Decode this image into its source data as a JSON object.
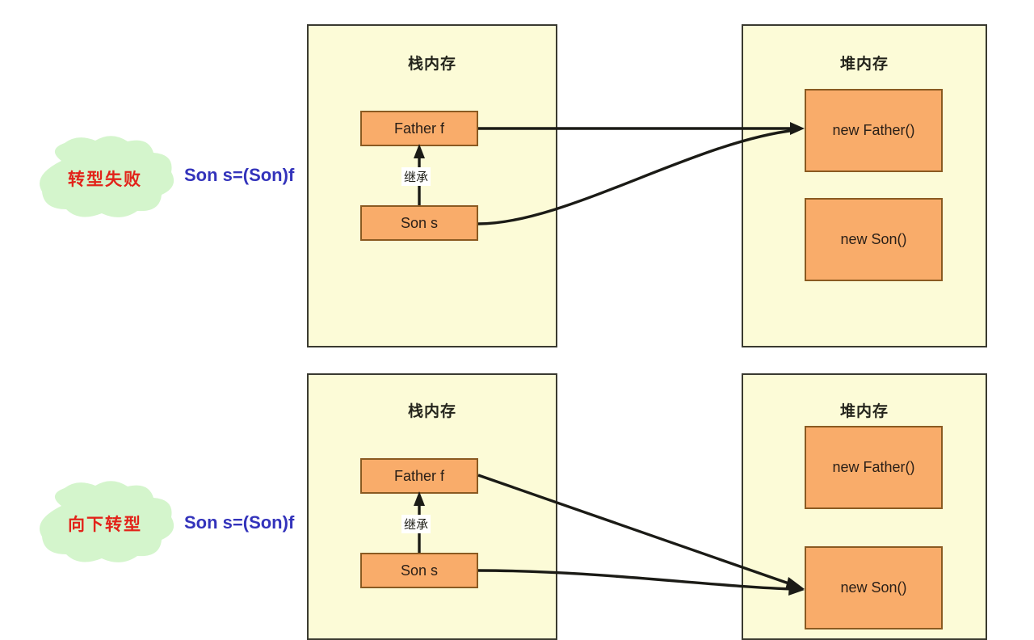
{
  "diagram": {
    "title": "Java type casting stack and heap memory diagram",
    "colors": {
      "panel_bg": "#fcfbd7",
      "panel_border": "#3a3a30",
      "box_fill": "#f9ac6a",
      "box_border": "#8a5a21",
      "cloud_fill": "#d4f5cc",
      "cloud_text": "#e2231a",
      "code_text": "#3333bb",
      "arrow": "#1b1b16",
      "background": "#ffffff"
    },
    "sections": [
      {
        "id": "cast-failure",
        "cloud_label": "转型失败",
        "code": "Son s=(Son)f",
        "stack": {
          "title": "栈内存",
          "boxes": [
            {
              "id": "father-f",
              "label": "Father f"
            },
            {
              "id": "son-s",
              "label": "Son s"
            }
          ],
          "relation_label": "继承"
        },
        "heap": {
          "title": "堆内存",
          "boxes": [
            {
              "id": "new-father",
              "label": "new Father()"
            },
            {
              "id": "new-son",
              "label": "new Son()"
            }
          ]
        },
        "references": [
          {
            "from": "father-f",
            "to": "new-father",
            "style": "straight"
          },
          {
            "from": "son-s",
            "to": "new-father",
            "style": "curved"
          }
        ]
      },
      {
        "id": "downcast",
        "cloud_label": "向下转型",
        "code": "Son s=(Son)f",
        "stack": {
          "title": "栈内存",
          "boxes": [
            {
              "id": "father-f-2",
              "label": "Father f"
            },
            {
              "id": "son-s-2",
              "label": "Son s"
            }
          ],
          "relation_label": "继承"
        },
        "heap": {
          "title": "堆内存",
          "boxes": [
            {
              "id": "new-father-2",
              "label": "new Father()"
            },
            {
              "id": "new-son-2",
              "label": "new Son()"
            }
          ]
        },
        "references": [
          {
            "from": "father-f-2",
            "to": "new-son-2",
            "style": "straight"
          },
          {
            "from": "son-s-2",
            "to": "new-son-2",
            "style": "straight"
          }
        ]
      }
    ]
  }
}
